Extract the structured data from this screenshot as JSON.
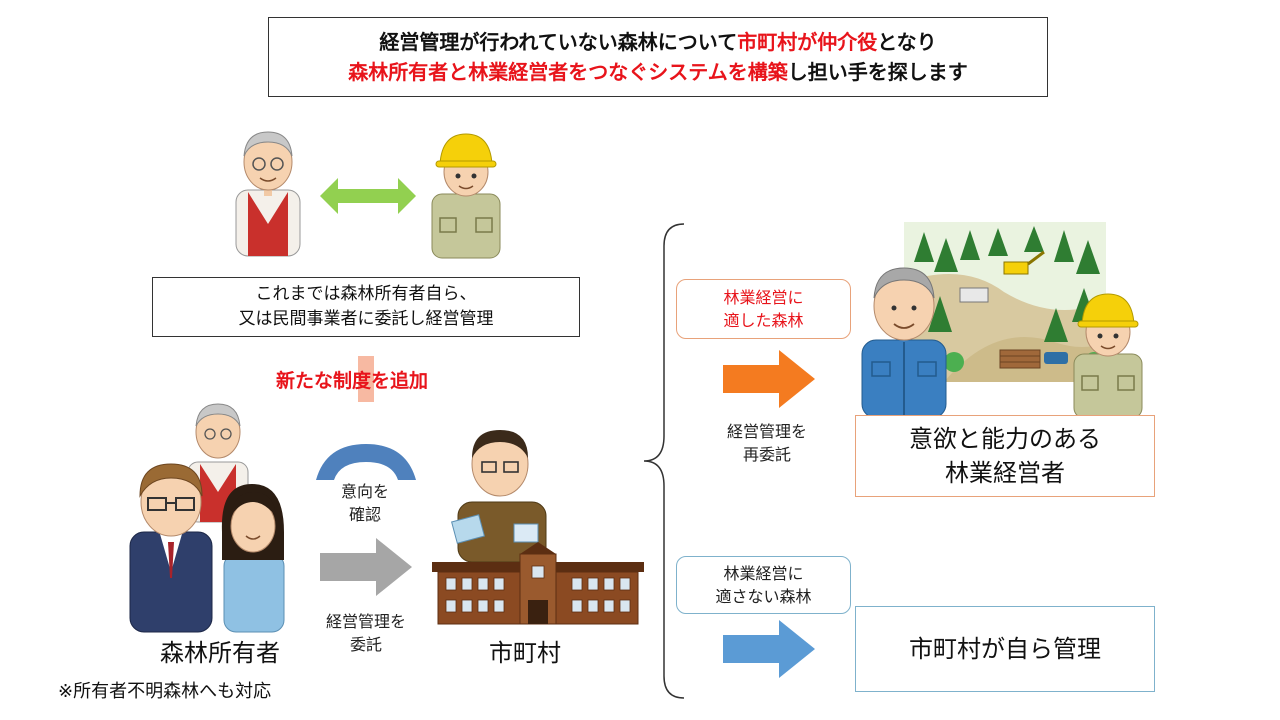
{
  "header": {
    "line1_a": "経営管理が行われていない森林について",
    "line1_b": "市町村が仲介役",
    "line1_c": "となり",
    "line2_a": "森林所有者と林業経営者をつなぐシステムを構築",
    "line2_b": "し担い手を探します"
  },
  "previous": {
    "line1": "これまでは森林所有者自ら、",
    "line2": "又は民間事業者に委託し経営管理"
  },
  "new_system_label": "新たな制度を追加",
  "owner": {
    "label": "森林所有者",
    "note": "※所有者不明森林へも対応"
  },
  "confirm": {
    "line1": "意向を",
    "line2": "確認"
  },
  "entrust": {
    "line1": "経営管理を",
    "line2": "委託"
  },
  "municipality": {
    "label": "市町村"
  },
  "suitable": {
    "tag_line1": "林業経営に",
    "tag_line2": "適した森林",
    "reentrust_line1": "経営管理を",
    "reentrust_line2": "再委託",
    "result_line1": "意欲と能力のある",
    "result_line2": "林業経営者"
  },
  "unsuitable": {
    "tag_line1": "林業経営に",
    "tag_line2": "適さない森林",
    "result": "市町村が自ら管理"
  },
  "colors": {
    "red": "#e8141b",
    "green_arrow": "#92d050",
    "gray_arrow": "#a6a6a6",
    "orange_arrow": "#f47b20",
    "blue_arrow": "#5b9bd5",
    "orange_border": "#e8a27a",
    "blue_border": "#7fb2cc"
  }
}
